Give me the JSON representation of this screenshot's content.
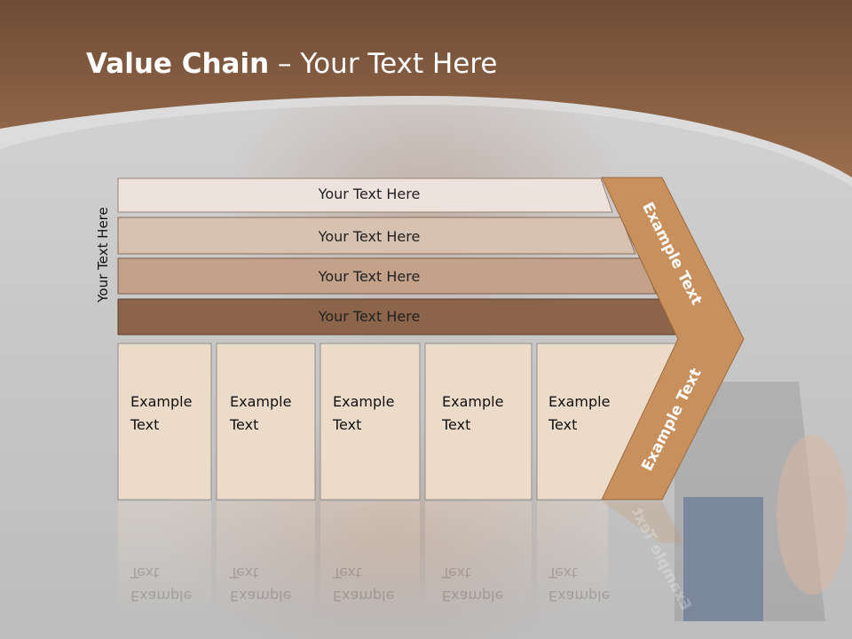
{
  "title": {
    "bold": "Value Chain",
    "rest": " – Your Text Here"
  },
  "side_label": "Your Text Here",
  "support_bars": [
    {
      "label": "Your Text Here"
    },
    {
      "label": "Your Text Here"
    },
    {
      "label": "Your Text Here"
    },
    {
      "label": "Your Text Here"
    }
  ],
  "activities": [
    {
      "line1": "Example",
      "line2": "Text"
    },
    {
      "line1": "Example",
      "line2": "Text"
    },
    {
      "line1": "Example",
      "line2": "Text"
    },
    {
      "line1": "Example",
      "line2": "Text"
    },
    {
      "line1": "Example",
      "line2": "Text"
    }
  ],
  "chevron": {
    "top_label": "Example Text",
    "bottom_label": "Example Text",
    "color": "#c8905d"
  },
  "colors": {
    "header": "#7d563b",
    "bar1": "#ede3dc",
    "bar2": "#d7c1b1",
    "bar3": "#c4a189",
    "bar4": "#8c6449",
    "activity": "#eddbca"
  }
}
